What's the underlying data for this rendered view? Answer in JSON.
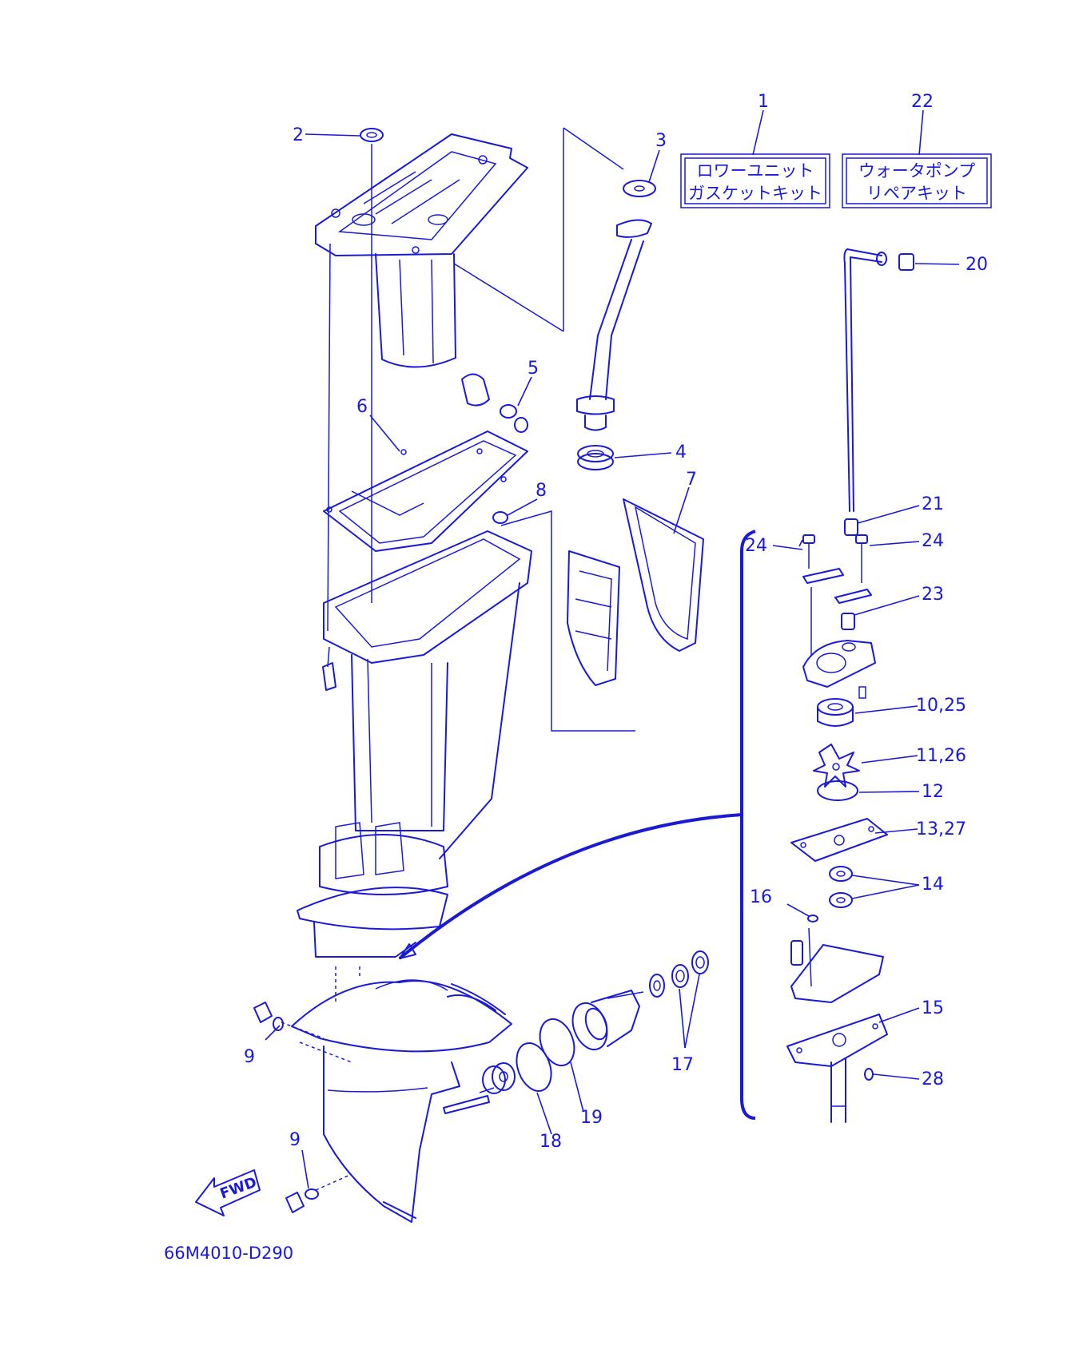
{
  "diagram_code": "66M4010-D290",
  "fwd_label": "FWD",
  "colors": {
    "line": "#1a1ad6",
    "background": "#ffffff"
  },
  "kits": [
    {
      "number": "1",
      "line1": "ロワーユニット",
      "line2": "ガスケットキット"
    },
    {
      "number": "22",
      "line1": "ウォータポンプ",
      "line2": "リペアキット"
    }
  ],
  "callouts": {
    "c2": "2",
    "c3": "3",
    "c4": "4",
    "c5": "5",
    "c6": "6",
    "c7": "7",
    "c8": "8",
    "c9a": "9",
    "c9b": "9",
    "c10": "10,25",
    "c11": "11,26",
    "c12": "12",
    "c13": "13,27",
    "c14": "14",
    "c15": "15",
    "c16": "16",
    "c17": "17",
    "c18": "18",
    "c19": "19",
    "c20": "20",
    "c21": "21",
    "c23": "23",
    "c24a": "24",
    "c24b": "24",
    "c28": "28"
  }
}
